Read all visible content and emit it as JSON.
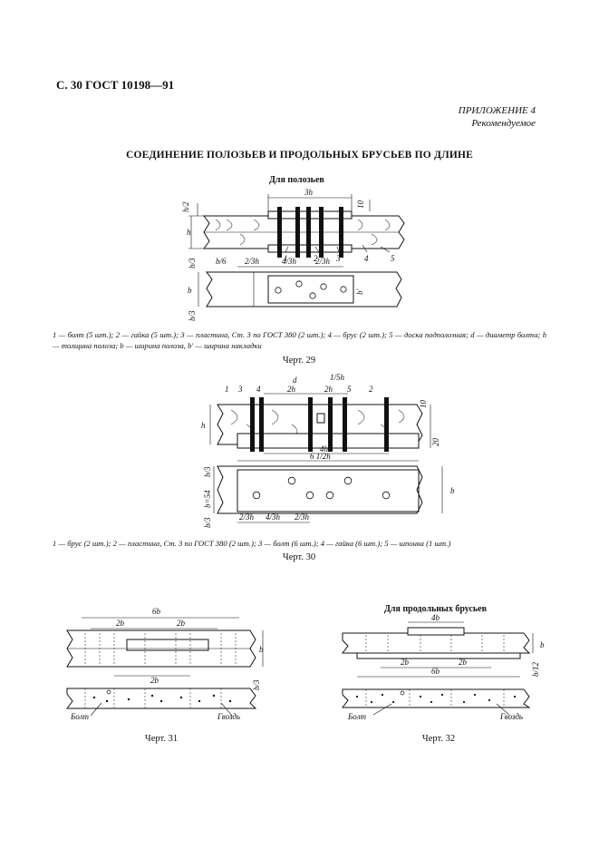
{
  "header": {
    "page_ref": "С. 30 ГОСТ 10198—91"
  },
  "appendix": {
    "title": "ПРИЛОЖЕНИЕ 4",
    "note": "Рекомендуемое"
  },
  "main_title": "СОЕДИНЕНИЕ ПОЛОЗЬЕВ И ПРОДОЛЬНЫХ БРУСЬЕВ ПО ДЛИНЕ",
  "section_runners": "Для полозьев",
  "section_beams": "Для продольных брусьев",
  "fig29": {
    "caption": "Черт. 29",
    "legend": "1 — болт (5 шт.); 2 — гайка (5 шт.); 3 — пластина, Ст. 3 по ГОСТ 380 (2 шт.); 4 — брус (2 шт.); 5 — доска подполозная; d — диаметр болта; h — толщина полоза; b — ширина полоза, b' — ширина накладки",
    "dims": {
      "top": "3h",
      "h12": "h/2",
      "h": "h",
      "ten": "10",
      "b6": "b/6",
      "h23a": "2/3h",
      "h43": "4/3h",
      "h23b": "2/3h",
      "b13a": "b/3",
      "b13b": "b/3",
      "b": "b",
      "bprime": "b'"
    },
    "parts": [
      "1",
      "2",
      "3",
      "4",
      "5"
    ]
  },
  "fig30": {
    "caption": "Черт. 30",
    "legend": "1 — брус (2 шт.); 2 — пластина, Ст. 3 по ГОСТ 380 (2 шт.); 3 — болт (6 шт.); 4 — гайка (6 шт.); 5 — шпонка (1 шт.)",
    "dims": {
      "d": "d",
      "h15": "1/5h",
      "h2a": "2h",
      "h2b": "2h",
      "h4": "4h",
      "h6": "6 1/2h",
      "h": "h",
      "ten": "10",
      "twenty": "20",
      "b13a": "b/3",
      "b54": "b=54",
      "b13b": "b/3",
      "b": "b",
      "h23a": "2/3h",
      "h43": "4/3h",
      "h23b": "2/3h"
    },
    "parts": [
      "1",
      "3",
      "4",
      "5",
      "2"
    ]
  },
  "fig31": {
    "caption": "Черт. 31",
    "dims": {
      "b6": "6b",
      "b2a": "2b",
      "b2b": "2b",
      "b2c": "2b",
      "b": "b",
      "b13": "b/3"
    },
    "bolt": "Болт",
    "nail": "Гвоздь"
  },
  "fig32": {
    "caption": "Черт. 32",
    "dims": {
      "b4": "4b",
      "b2a": "2b",
      "b2b": "2b",
      "b6": "6b",
      "b": "b",
      "b12": "b/12"
    },
    "bolt": "Болт",
    "nail": "Гвоздь"
  }
}
